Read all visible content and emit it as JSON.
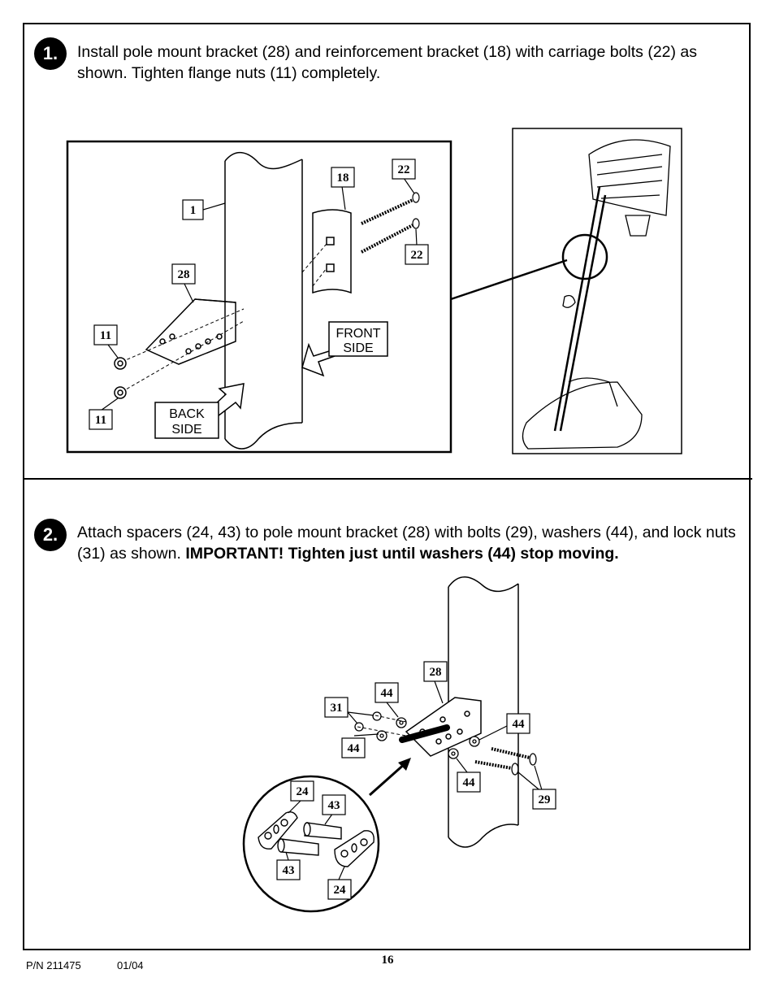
{
  "step1": {
    "number": "1.",
    "text": "Install pole mount bracket (28) and reinforcement bracket (18) with carriage bolts (22) as shown.  Tighten flange nuts (11) completely.",
    "labels": {
      "pole": "1",
      "reinforcement_bracket": "18",
      "bolt_top": "22",
      "bolt_bottom": "22",
      "mount_bracket": "28",
      "nut_top": "11",
      "nut_bottom": "11"
    },
    "front_side": [
      "FRONT",
      "SIDE"
    ],
    "back_side": [
      "BACK",
      "SIDE"
    ]
  },
  "step2": {
    "number": "2.",
    "text_plain": "Attach spacers (24, 43) to pole mount bracket (28) with bolts (29), washers (44), and lock nuts (31) as shown.  ",
    "text_bold": "IMPORTANT!  Tighten just until washers (44) stop moving.",
    "labels": {
      "mount_bracket": "28",
      "washer_top": "44",
      "lock_nut": "31",
      "washer_left": "44",
      "washer_right": "44",
      "washer_bottom": "44",
      "bolts": "29",
      "spacer_top": "24",
      "spacer_43_top": "43",
      "spacer_43_bottom": "43",
      "spacer_bottom": "24"
    }
  },
  "footer": {
    "part_number": "P/N 211475",
    "date": "01/04",
    "page": "16"
  }
}
